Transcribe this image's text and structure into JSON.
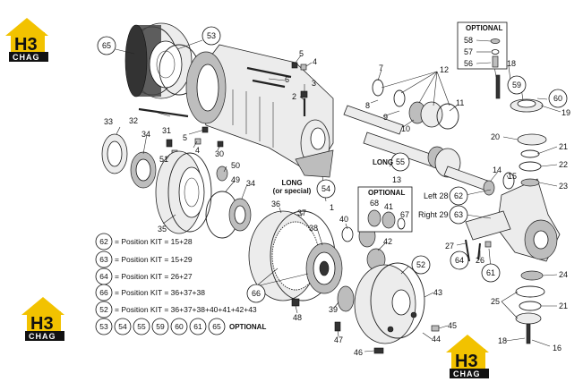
{
  "logos": [
    {
      "letters": "H3",
      "word": "CHAG"
    },
    {
      "letters": "H3",
      "word": "CHAG"
    },
    {
      "letters": "H3",
      "word": "CHAG"
    }
  ],
  "optional_box_top": {
    "title": "OPTIONAL",
    "parts": [
      "58",
      "57",
      "56"
    ]
  },
  "optional_box_mid": {
    "title": "OPTIONAL",
    "parts": [
      "68",
      "41",
      "67"
    ]
  },
  "long_label": "LONG",
  "long_special_label": [
    "LONG",
    "(or special)"
  ],
  "left_label": "Left 28",
  "right_label": "Right 29",
  "callouts": {
    "p65": "65",
    "p53": "53",
    "p5a": "5",
    "p4a": "4",
    "p6": "6",
    "p3": "3",
    "p2": "2",
    "p7": "7",
    "p12": "12",
    "p8": "8",
    "p9": "9",
    "p10": "10",
    "p11": "11",
    "p33": "33",
    "p32": "32",
    "p34a": "34",
    "p31": "31",
    "p5b": "5",
    "p4b": "4",
    "p51": "51",
    "p30": "30",
    "p50": "50",
    "p49": "49",
    "p34b": "34",
    "p35": "35",
    "p55": "55",
    "p13": "13",
    "p54": "54",
    "p1": "1",
    "p36": "36",
    "p37": "37",
    "p40": "40",
    "p38": "38",
    "p42": "42",
    "p52": "52",
    "p66": "66",
    "p43": "43",
    "p48": "48",
    "p39": "39",
    "p47": "47",
    "p45": "45",
    "p44": "44",
    "p46": "46",
    "p18a": "18",
    "p59": "59",
    "p60": "60",
    "p19": "19",
    "p20": "20",
    "p21a": "21",
    "p22": "22",
    "p23": "23",
    "p14": "14",
    "p15": "15",
    "p62": "62",
    "p63": "63",
    "p27": "27",
    "p26": "26",
    "p64": "64",
    "p61": "61",
    "p24": "24",
    "p25": "25",
    "p21b": "21",
    "p18b": "18",
    "p16": "16"
  },
  "kits": [
    {
      "num": "62",
      "text": "= Position KIT = 15+28"
    },
    {
      "num": "63",
      "text": "= Position KIT = 15+29"
    },
    {
      "num": "64",
      "text": "= Position KIT = 26+27"
    },
    {
      "num": "66",
      "text": "= Position KIT = 36+37+38"
    },
    {
      "num": "52",
      "text": "= Position KIT = 36+37+38+40+41+42+43"
    }
  ],
  "optional_row": {
    "nums": [
      "53",
      "54",
      "55",
      "59",
      "60",
      "61",
      "65"
    ],
    "label": "OPTIONAL"
  }
}
